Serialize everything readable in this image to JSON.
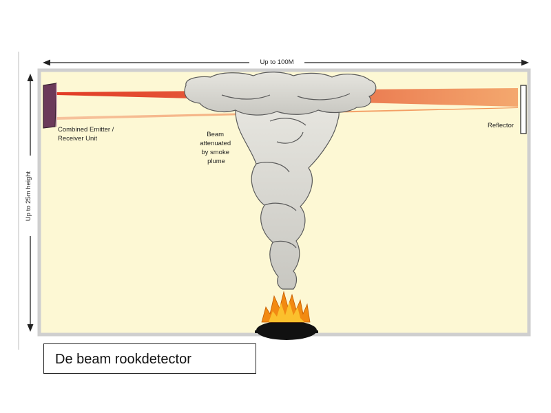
{
  "diagram": {
    "width_label": "Up to  100M",
    "height_label": "Up to 25m height",
    "emitter_label_line1": "Combined Emitter /",
    "emitter_label_line2": "Receiver Unit",
    "beam_label_line1": "Beam",
    "beam_label_line2": "attenuated",
    "beam_label_line3": "by smoke",
    "beam_label_line4": "plume",
    "reflector_label": "Reflector"
  },
  "caption": {
    "text": "De beam rookdetector"
  },
  "colors": {
    "room_fill": "#fdf8d4",
    "room_border": "#d0d0d0",
    "emitter": "#6b3a5a",
    "beam_red": "#e0311c",
    "beam_orange": "#f2934f",
    "smoke": "#d1d0ca",
    "smoke_outline": "#5a5a5a",
    "fire_orange": "#f28a12",
    "fire_yellow": "#fbc02d",
    "fuel": "#111111"
  }
}
